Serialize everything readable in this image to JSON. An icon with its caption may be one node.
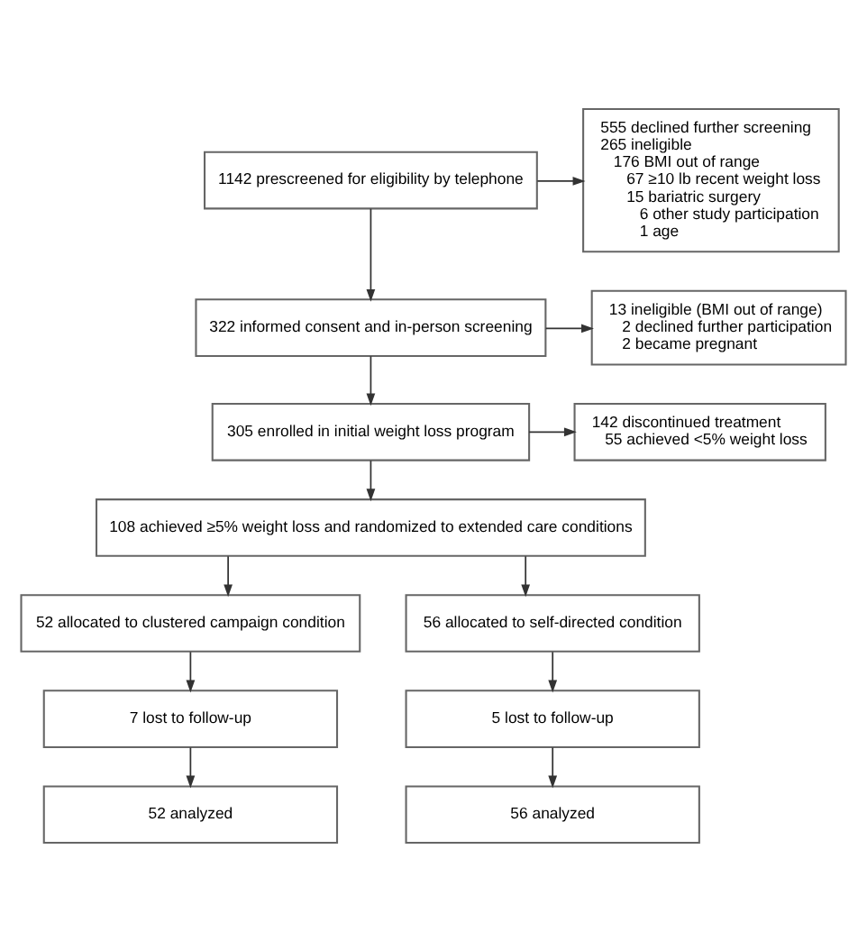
{
  "diagram": {
    "nodes": [
      {
        "text": [
          "1142 prescreened for eligibility by telephone"
        ]
      },
      {
        "text": [
          "555 declined further screening",
          "265 ineligible",
          "176 BMI out of range",
          "67 ≥10 lb recent weight loss",
          "15 bariatric surgery",
          "6 other study participation",
          "1 age"
        ]
      },
      {
        "text": [
          "322 informed consent and in-person screening"
        ]
      },
      {
        "text": [
          "13 ineligible (BMI out of range)",
          "2 declined further participation",
          "2 became pregnant"
        ]
      },
      {
        "text": [
          "305 enrolled in initial weight loss program"
        ]
      },
      {
        "text": [
          "142 discontinued treatment",
          "55 achieved <5% weight loss"
        ]
      },
      {
        "text": [
          "108 achieved ≥5% weight loss and randomized to extended care conditions"
        ]
      },
      {
        "text": [
          "52 allocated to clustered campaign condition"
        ]
      },
      {
        "text": [
          "56 allocated to self-directed condition"
        ]
      },
      {
        "text": [
          "7 lost to follow-up"
        ]
      },
      {
        "text": [
          "5 lost to follow-up"
        ]
      },
      {
        "text": [
          "52 analyzed"
        ]
      },
      {
        "text": [
          "56 analyzed"
        ]
      }
    ],
    "edges": [
      {
        "from": 0,
        "to": 2,
        "arrow": "to"
      },
      {
        "from": 0,
        "to": 1,
        "arrow": "to"
      },
      {
        "from": 2,
        "to": 4,
        "arrow": "to"
      },
      {
        "from": 2,
        "to": 3,
        "arrow": "to"
      },
      {
        "from": 4,
        "to": 6,
        "arrow": "to"
      },
      {
        "from": 4,
        "to": 5,
        "arrow": "to"
      },
      {
        "from": 6,
        "to": 7,
        "arrow": "to"
      },
      {
        "from": 6,
        "to": 8,
        "arrow": "to"
      },
      {
        "from": 7,
        "to": 9,
        "arrow": "to"
      },
      {
        "from": 8,
        "to": 10,
        "arrow": "to"
      },
      {
        "from": 9,
        "to": 11,
        "arrow": "to"
      },
      {
        "from": 10,
        "to": 12,
        "arrow": "to"
      }
    ]
  }
}
